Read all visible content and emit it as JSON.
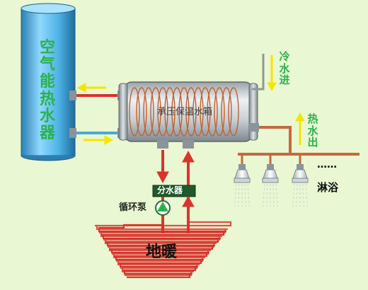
{
  "labels": {
    "air_heater": "空气能热水器",
    "tank": "承压保温水箱",
    "cold_in": "冷水进",
    "hot_out": "热水出",
    "manifold": "分水器",
    "pump": "循环泵",
    "floor_heating": "地暖",
    "shower": "淋浴",
    "dots": "……"
  },
  "colors": {
    "background": "#e9f7d2",
    "green_text": "#2bb24c",
    "hot_pipe": "#d9342b",
    "cold_arrow": "#f3e600",
    "pipe_brown": "#c9673c",
    "tank_body": "#cfd6da",
    "cylinder_blue": "#57b9e8"
  }
}
